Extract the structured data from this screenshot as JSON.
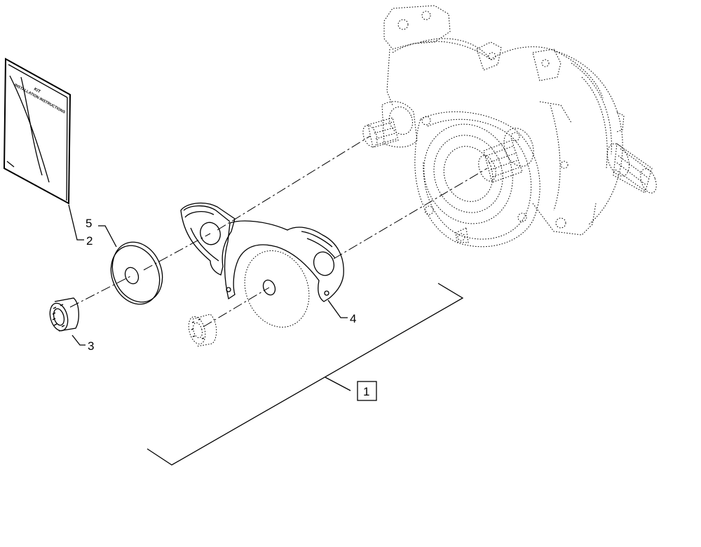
{
  "callouts": {
    "kit": "1",
    "booklet": "2",
    "bearing": "3",
    "gasket_plate": "4",
    "washer": "5"
  },
  "booklet": {
    "title_line1": "KIT",
    "title_line2": "INSTALLATION INSTRUCTIONS"
  }
}
